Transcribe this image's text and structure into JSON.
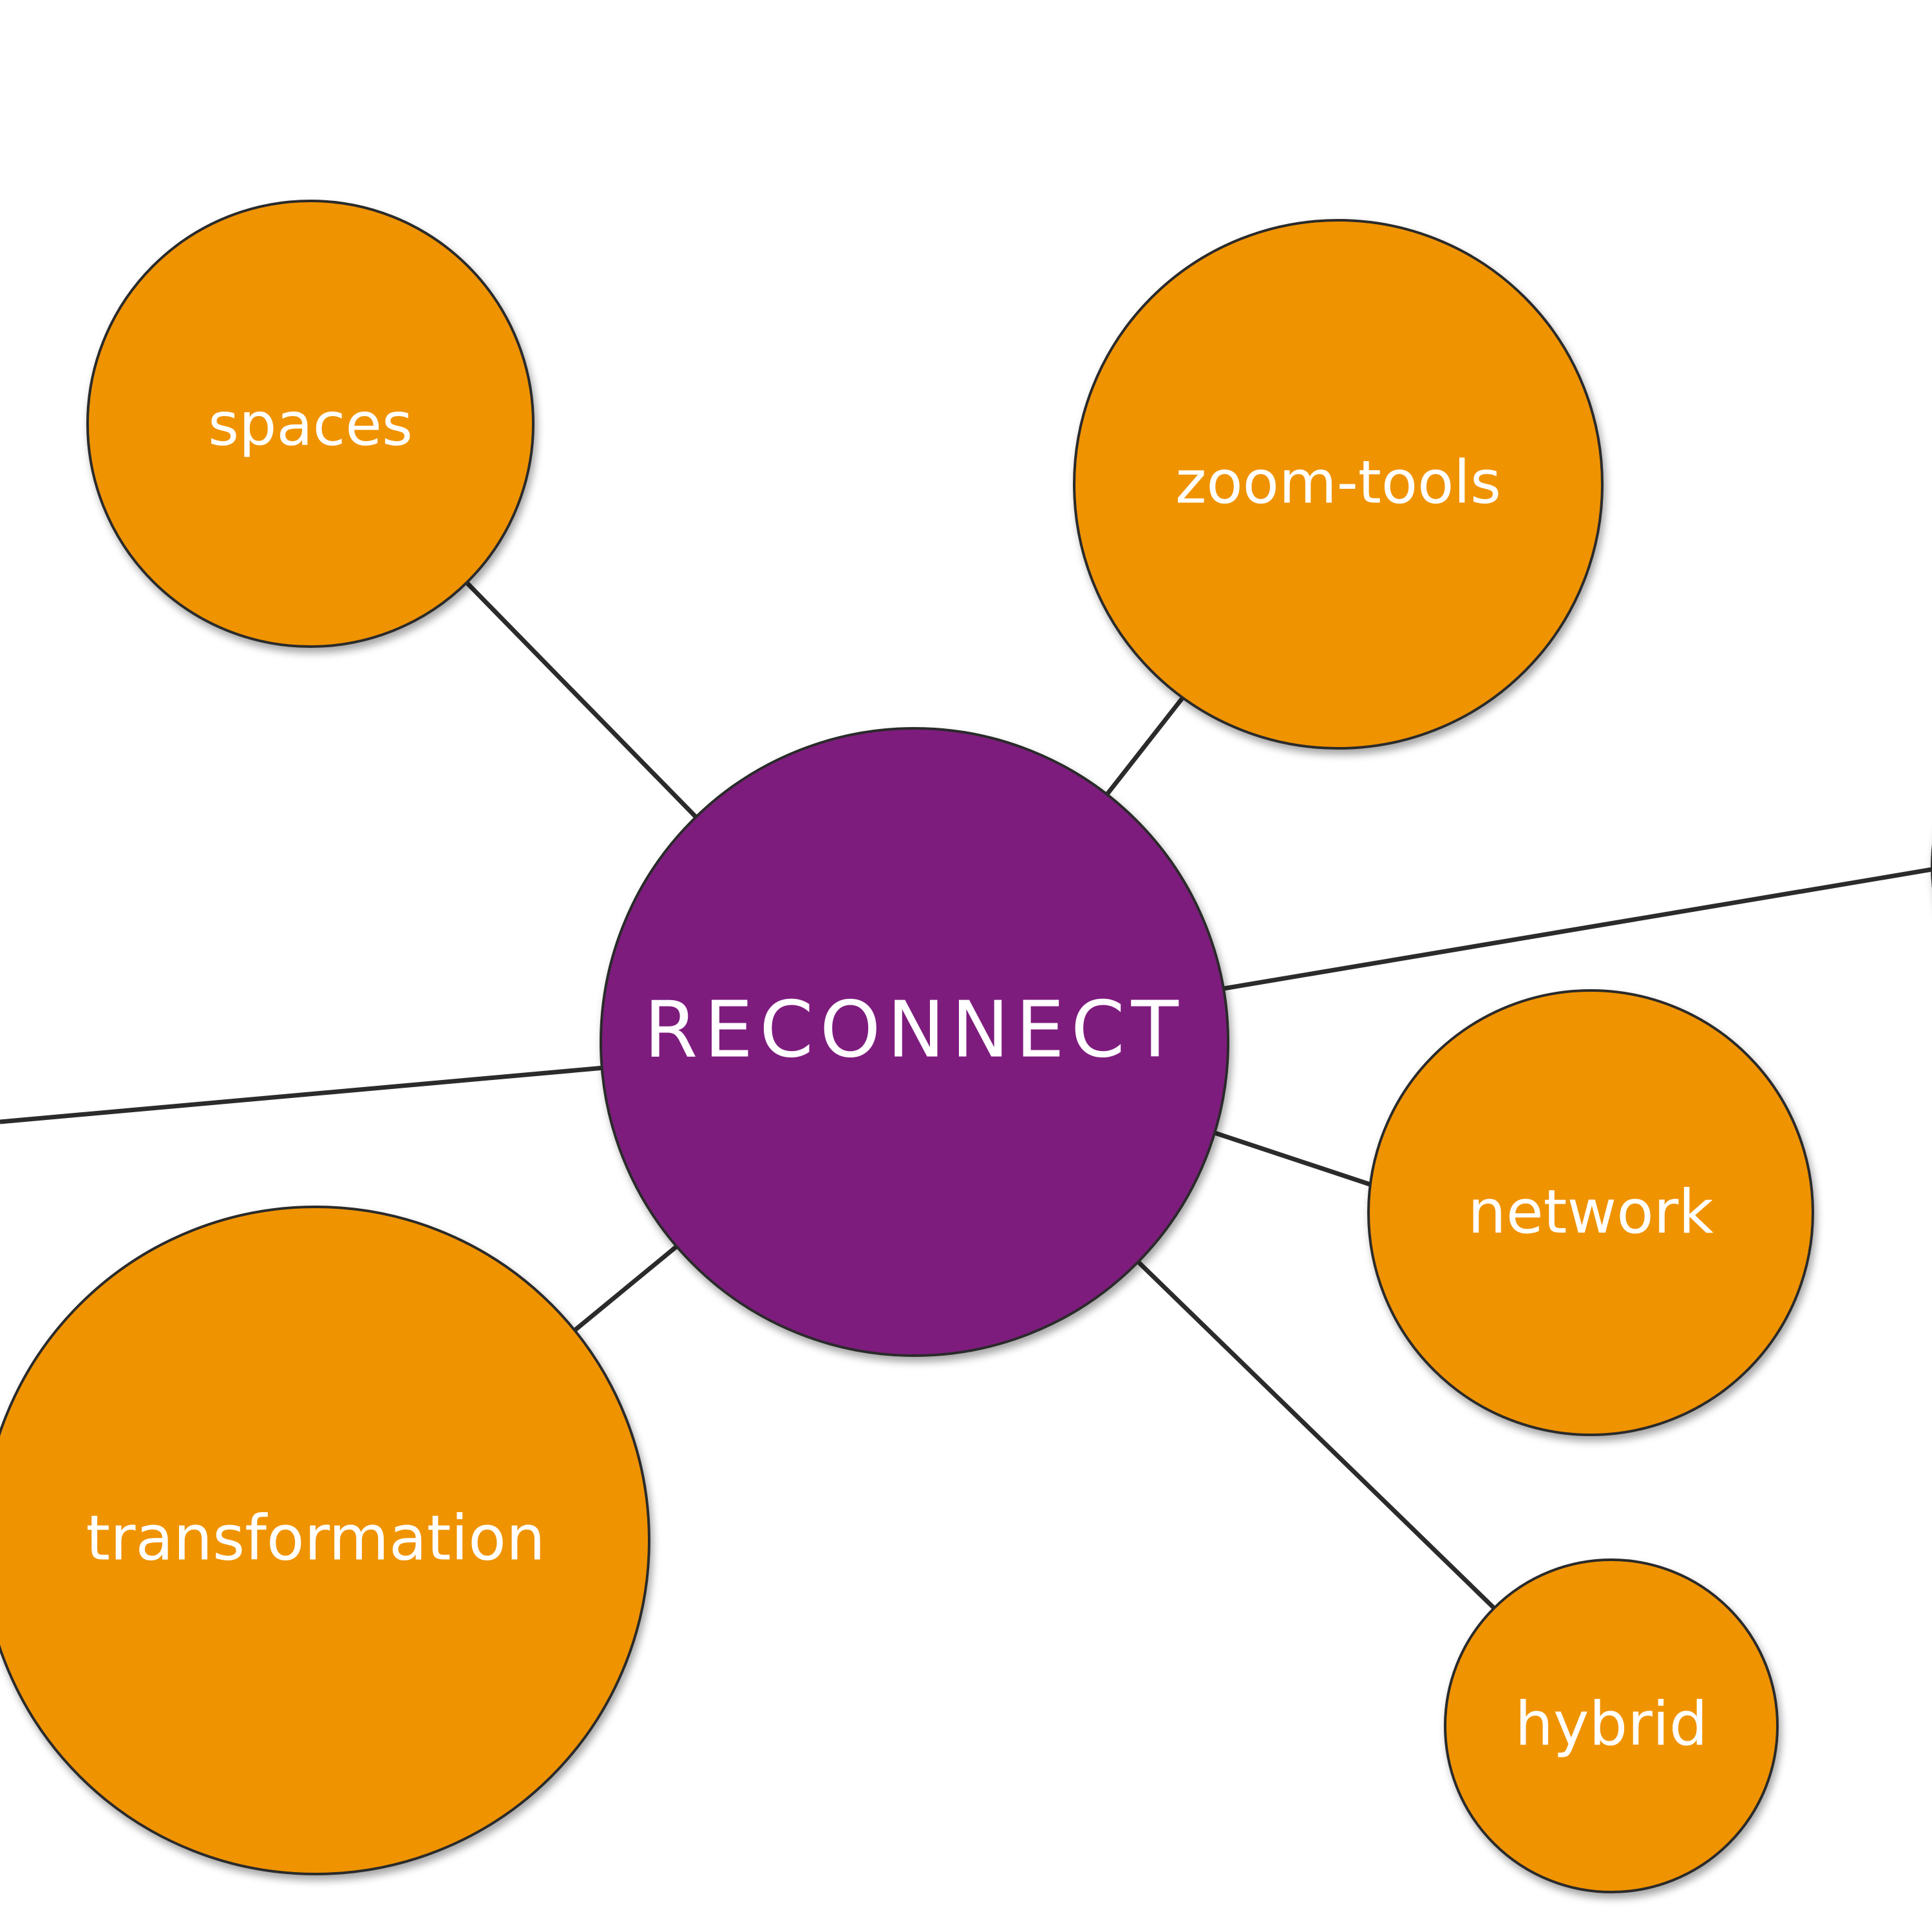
{
  "colors": {
    "center_fill": "#7e1f7e",
    "node_fill": "#f09300",
    "outline": "#2b2b2b",
    "label_text": "#ffffff",
    "background": "#ffffff"
  },
  "center": {
    "label": "RECONNECT"
  },
  "nodes": [
    {
      "id": "spaces",
      "label": "spaces"
    },
    {
      "id": "zoom-tools",
      "label": "zoom-tools"
    },
    {
      "id": "network",
      "label": "network"
    },
    {
      "id": "transformation",
      "label": "transformation"
    },
    {
      "id": "hybrid",
      "label": "hybrid"
    }
  ]
}
